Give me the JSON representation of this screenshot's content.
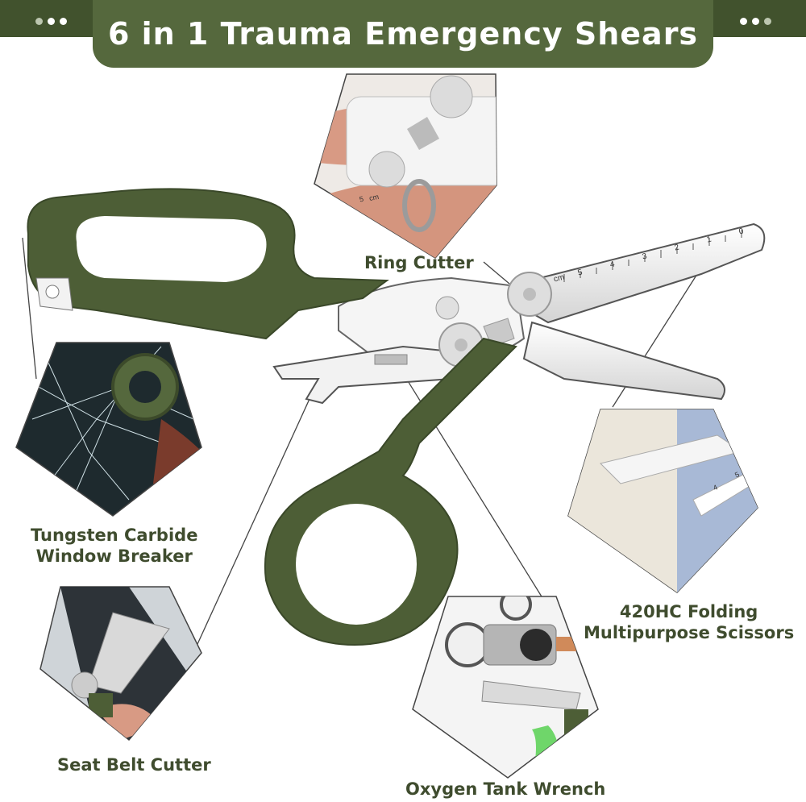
{
  "banner": {
    "title": "6 in 1 Trauma Emergency Shears"
  },
  "callouts": {
    "ring_cutter": "Ring Cutter",
    "window_breaker_line1": "Tungsten Carbide",
    "window_breaker_line2": "Window Breaker",
    "scissors_line1": "420HC Folding",
    "scissors_line2": "Multipurpose Scissors",
    "seat_belt_cutter": "Seat Belt Cutter",
    "oxygen_tank_wrench": "Oxygen Tank Wrench"
  },
  "ruler": {
    "main_ticks": [
      "0",
      "1",
      "2",
      "3",
      "4",
      "5",
      "cm"
    ],
    "ring_inset_ticks": [
      "5",
      "cm"
    ],
    "scissors_inset_ticks": [
      "4",
      "5"
    ]
  },
  "colors": {
    "banner_dark": "#41522d",
    "banner_tab": "#55683d",
    "handle_green": "#4d5e36",
    "label_text": "#3f4c2e",
    "steel": "#e6e6e6"
  }
}
